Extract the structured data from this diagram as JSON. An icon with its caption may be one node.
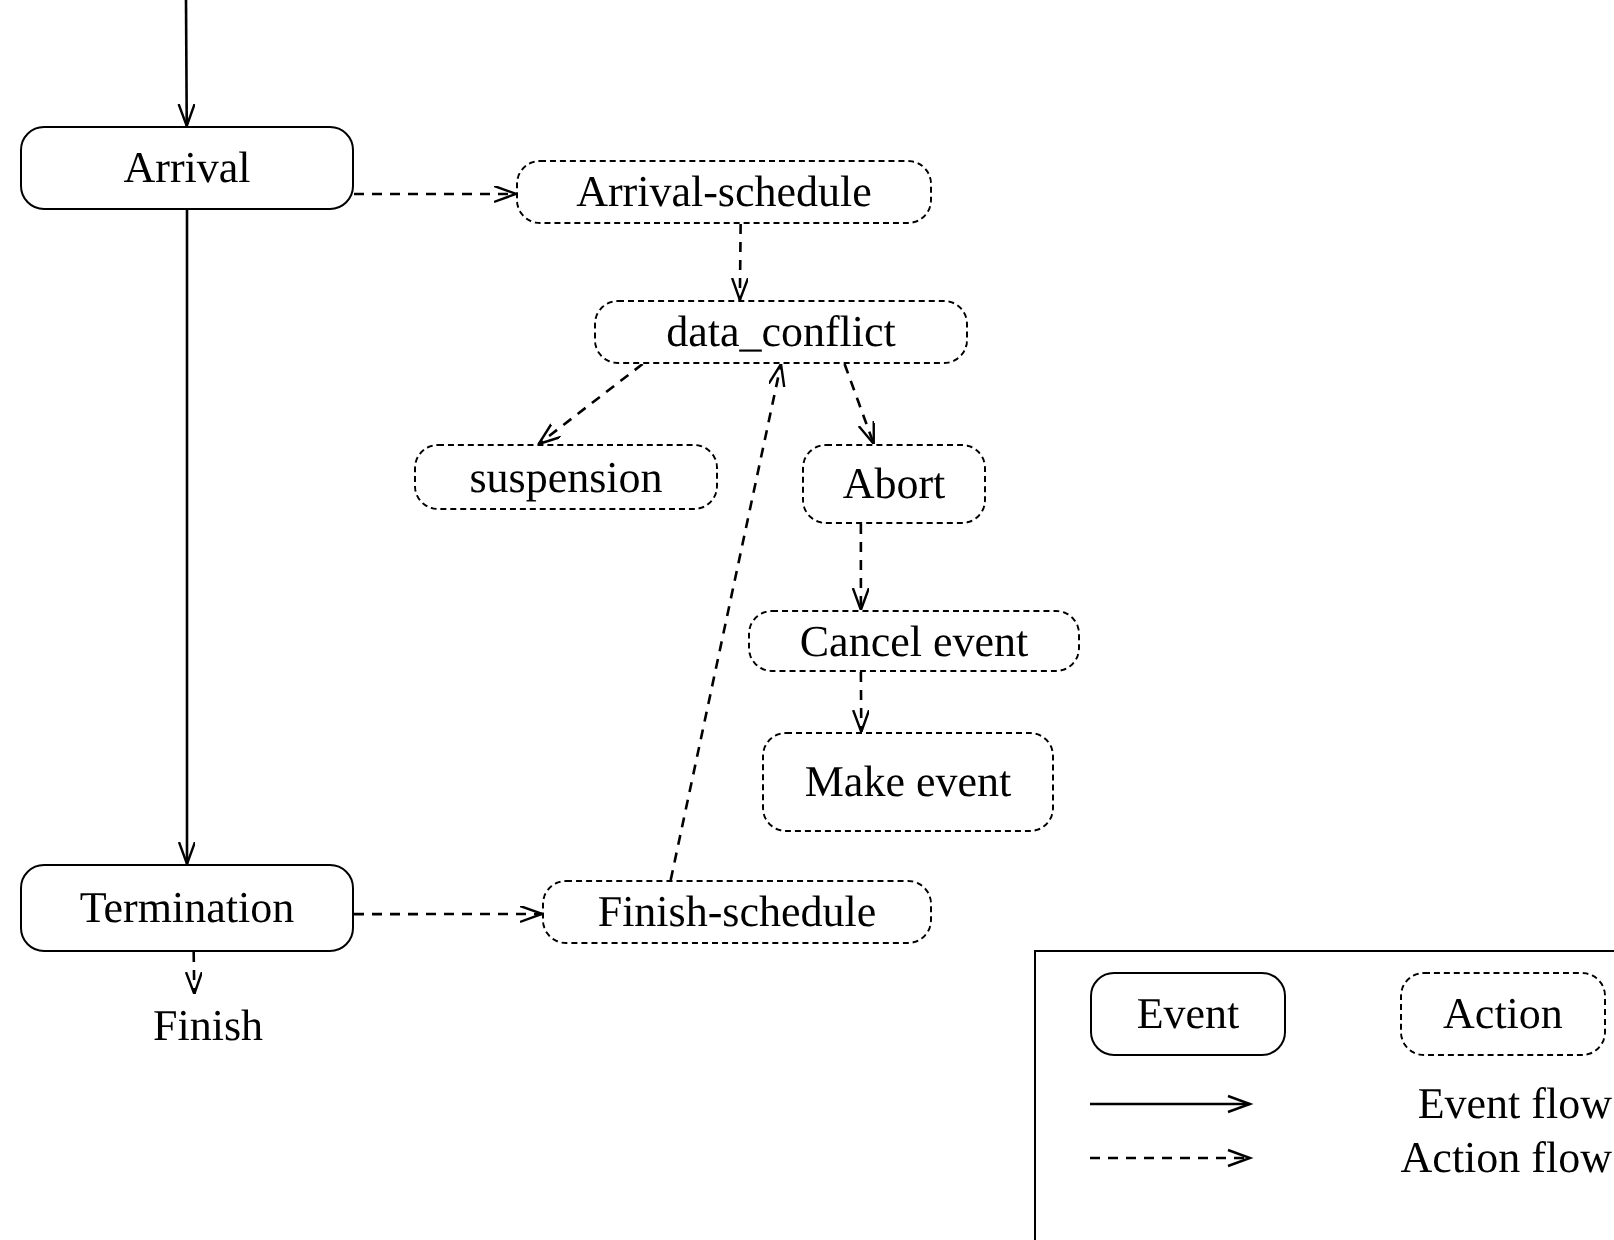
{
  "diagram": {
    "nodes": [
      {
        "text": [
          "Arrival"
        ]
      },
      {
        "text": [
          "Arrival-schedule"
        ]
      },
      {
        "text": [
          "data_conflict"
        ]
      },
      {
        "text": [
          "suspension"
        ]
      },
      {
        "text": [
          "Abort"
        ]
      },
      {
        "text": [
          "Cancel event"
        ]
      },
      {
        "text": [
          "Make event"
        ]
      },
      {
        "text": [
          "Termination"
        ]
      },
      {
        "text": [
          "Finish-schedule"
        ]
      },
      {
        "text": [
          "Finish"
        ]
      }
    ],
    "edges": [
      {
        "from": null,
        "to": 0,
        "arrow": "to"
      },
      {
        "from": 0,
        "to": 7,
        "arrow": "to"
      },
      {
        "from": 0,
        "to": 1,
        "arrow": "to",
        "style": "dashed"
      },
      {
        "from": 1,
        "to": 2,
        "arrow": "to",
        "style": "dashed"
      },
      {
        "from": 2,
        "to": 3,
        "arrow": "to",
        "style": "dashed"
      },
      {
        "from": 2,
        "to": 4,
        "arrow": "to",
        "style": "dashed"
      },
      {
        "from": 4,
        "to": 5,
        "arrow": "to",
        "style": "dashed"
      },
      {
        "from": 5,
        "to": 6,
        "arrow": "to",
        "style": "dashed"
      },
      {
        "from": 7,
        "to": 8,
        "arrow": "to",
        "style": "dashed"
      },
      {
        "from": 8,
        "to": 2,
        "arrow": "to",
        "style": "dashed"
      },
      {
        "from": 7,
        "to": 9,
        "arrow": "to",
        "style": "dashed"
      }
    ],
    "legend": [
      {
        "text": "Event"
      },
      {
        "text": "Action"
      },
      {
        "text": "Event flow"
      },
      {
        "text": "Action flow"
      }
    ]
  }
}
